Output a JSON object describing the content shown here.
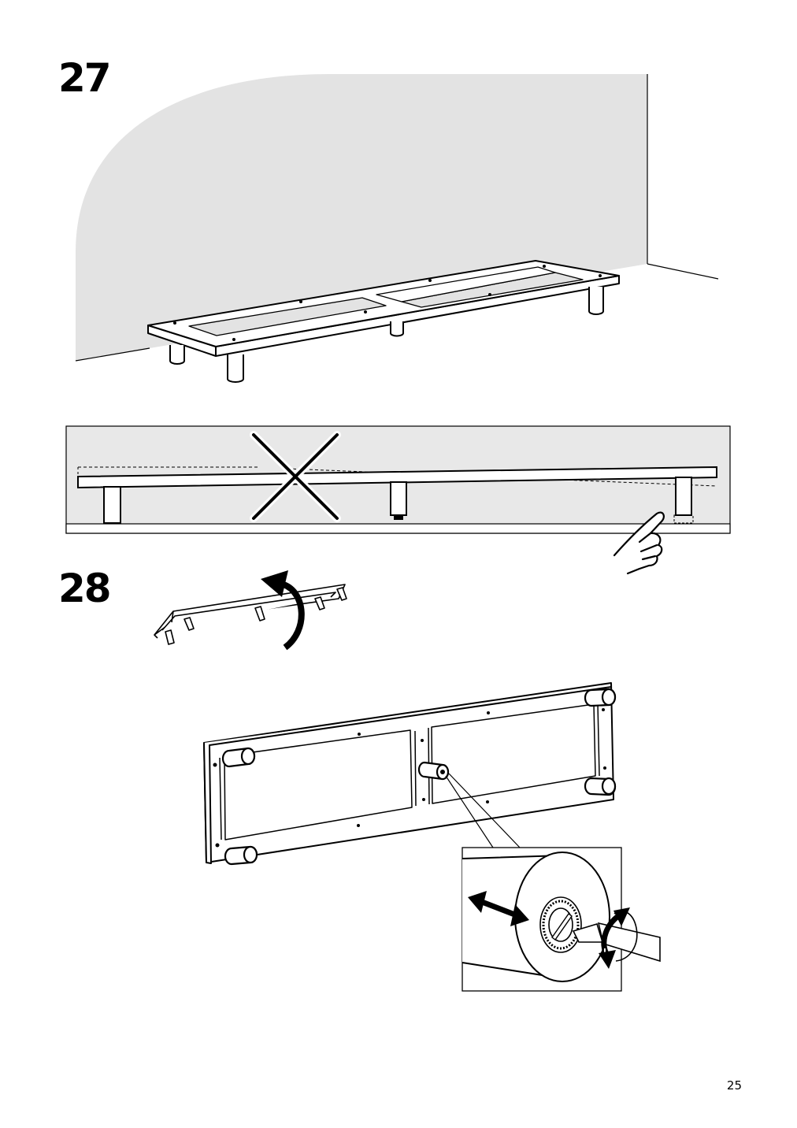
{
  "steps": [
    {
      "number": "27"
    },
    {
      "number": "28"
    }
  ],
  "page_number": "25",
  "colors": {
    "wall": "#e3e3e3",
    "line": "#000000",
    "panel_bg": "#e8e8e8"
  },
  "icons": [
    "wrong-cross-icon",
    "pointing-hand-icon",
    "rotate-arrow-icon",
    "slide-arrow-icon",
    "turn-arrow-icon"
  ]
}
